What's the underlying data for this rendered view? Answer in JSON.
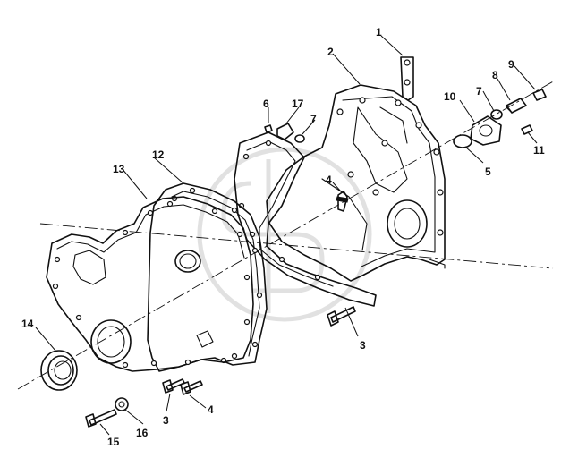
{
  "callouts": {
    "c1": "1",
    "c2": "2",
    "c3a": "3",
    "c3b": "3",
    "c4a": "4",
    "c4b": "4",
    "c5": "5",
    "c6": "6",
    "c7a": "7",
    "c7b": "7",
    "c8": "8",
    "c9": "9",
    "c10": "10",
    "c11": "11",
    "c12": "12",
    "c13": "13",
    "c14": "14",
    "c15": "15",
    "c16": "16",
    "c17": "17"
  },
  "colors": {
    "line": "#111111",
    "watermark": "#c9c9c9",
    "background": "#ffffff"
  }
}
